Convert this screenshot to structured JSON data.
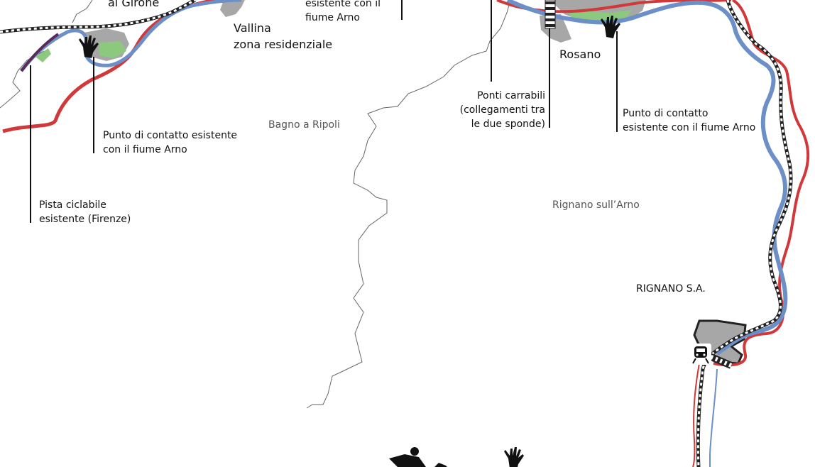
{
  "labels": {
    "al_girone": "al Girone",
    "vallina": "Vallina",
    "vallina_sub": "zona residenziale",
    "top_contact_line1": "esistente con il",
    "top_contact_line2": "fiume Arno",
    "rosano": "Rosano",
    "ponti_line1": "Ponti carrabili",
    "ponti_line2": "(collegamenti tra",
    "ponti_line3": "le due sponde)",
    "contact_right_line1": "Punto di contatto",
    "contact_right_line2": "esistente con il fiume Arno",
    "contact_left_line1": "Punto di contatto esistente",
    "contact_left_line2": "con il fiume Arno",
    "pista_line1": "Pista ciclabile",
    "pista_line2": "esistente (Firenze)",
    "bagno_a_ripoli": "Bagno a Ripoli",
    "rignano_sull_arno": "Rignano sull’Arno",
    "rignano_sa": "RIGNANO S.A."
  },
  "colors": {
    "river": "#6b8fc6",
    "road": "#d0383a",
    "settlement": "#a7a7a7",
    "green_area": "#8cc97e",
    "boundary": "#555555",
    "cycle_path": "#222222"
  },
  "icons": {
    "hand": "hand-icon",
    "train": "train-station-icon",
    "people": "people-silhouette-icon"
  }
}
